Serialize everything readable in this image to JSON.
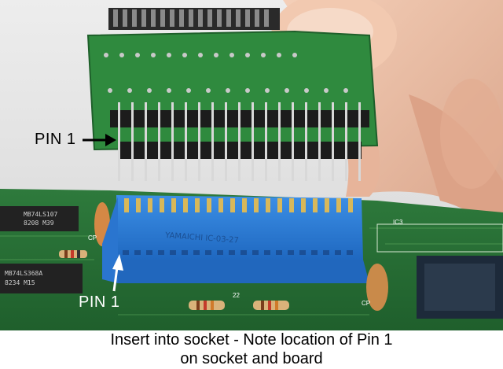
{
  "labels": {
    "pin_top": "PIN 1",
    "pin_bottom": "PIN 1"
  },
  "chip_markings": {
    "socket": "YAMAICHI  IC-03-27",
    "ic1_line1": "MB74LS107",
    "ic1_line2": "8208 M39",
    "ic2_line1": "MB74LS368A",
    "ic2_line2": "8234 M15",
    "ref1": "IC3",
    "ref2": "CP",
    "ref3": "CP",
    "ref4": "22"
  },
  "caption": {
    "line1": "Insert into socket - Note location of Pin 1",
    "line2": "on socket and board"
  }
}
